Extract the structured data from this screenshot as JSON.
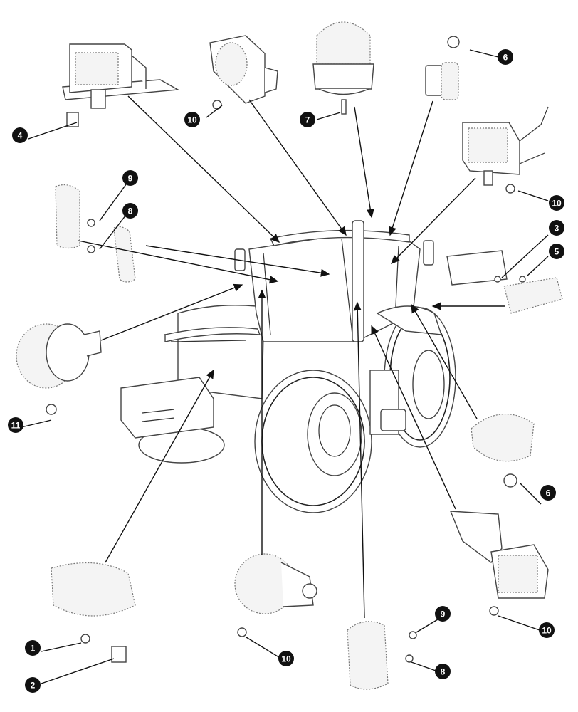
{
  "callouts": [
    {
      "id": "c1",
      "number": "1"
    },
    {
      "id": "c2",
      "number": "2"
    },
    {
      "id": "c3",
      "number": "3"
    },
    {
      "id": "c4",
      "number": "4"
    },
    {
      "id": "c5",
      "number": "5"
    },
    {
      "id": "c6a",
      "number": "6"
    },
    {
      "id": "c6b",
      "number": "6"
    },
    {
      "id": "c7",
      "number": "7"
    },
    {
      "id": "c8a",
      "number": "8"
    },
    {
      "id": "c8b",
      "number": "8"
    },
    {
      "id": "c9a",
      "number": "9"
    },
    {
      "id": "c9b",
      "number": "9"
    },
    {
      "id": "c10a",
      "number": "10"
    },
    {
      "id": "c10b",
      "number": "10"
    },
    {
      "id": "c10c",
      "number": "10"
    },
    {
      "id": "c10d",
      "number": "10"
    },
    {
      "id": "c11",
      "number": "11"
    }
  ]
}
